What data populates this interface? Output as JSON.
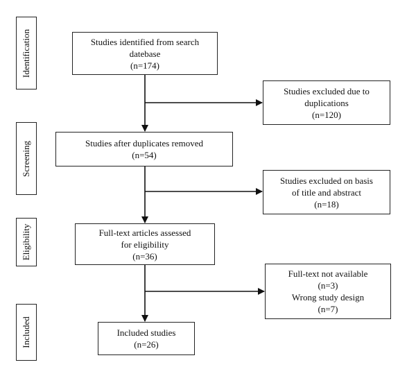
{
  "stages": {
    "identification": "Identification",
    "screening": "Screening",
    "eligibility": "Eligibility",
    "included": "Included"
  },
  "boxes": {
    "identified": [
      "Studies identified from search",
      "datebase",
      "(n=174)"
    ],
    "duplicates_excluded": [
      "Studies excluded due to",
      "duplications",
      "(n=120)"
    ],
    "after_duplicates": [
      "Studies after duplicates removed",
      "(n=54)"
    ],
    "title_abstract_excluded": [
      "Studies excluded on basis",
      "of title and abstract",
      "(n=18)"
    ],
    "full_text_assessed": [
      "Full-text articles assessed",
      "for eligibility",
      "(n=36)"
    ],
    "full_text_excluded": [
      "Full-text not available",
      "(n=3)",
      "Wrong study design",
      "(n=7)"
    ],
    "included": [
      "Included studies",
      "(n=26)"
    ]
  }
}
